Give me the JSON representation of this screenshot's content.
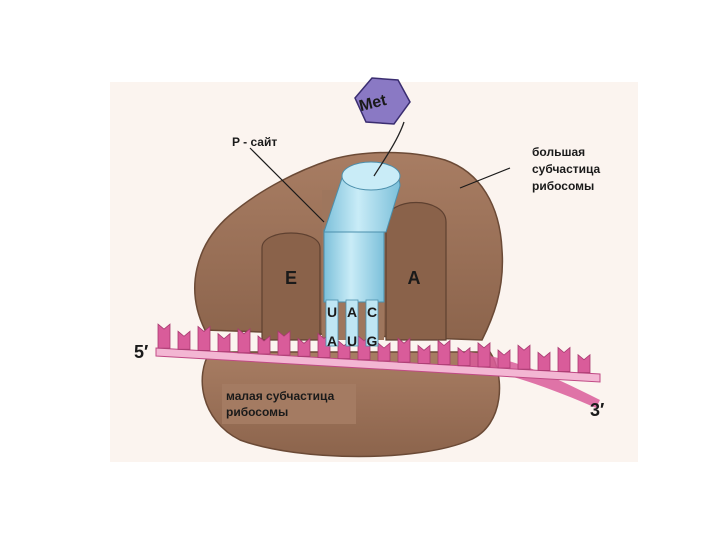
{
  "labels": {
    "amino_acid": "Met",
    "p_site": "P - сайт",
    "large_subunit_1": "большая",
    "large_subunit_2": "субчастица",
    "large_subunit_3": "рибосомы",
    "small_subunit_1": "малая субчастица",
    "small_subunit_2": "рибосомы",
    "site_e": "E",
    "site_a": "A",
    "five_prime": "5′",
    "three_prime": "3′"
  },
  "anticodon": [
    "U",
    "A",
    "C"
  ],
  "codon": [
    "A",
    "U",
    "G"
  ],
  "colors": {
    "panel": "#fbf4ef",
    "ribosome": "#9b7158",
    "ribosome_dark": "#7a553f",
    "ribosome_light": "#b38a70",
    "mrna": "#d95c9a",
    "mrna_light": "#f0a8cc",
    "trna": "#a9dcee",
    "trna_dark": "#6fb6d2",
    "met": "#8a79c4"
  }
}
